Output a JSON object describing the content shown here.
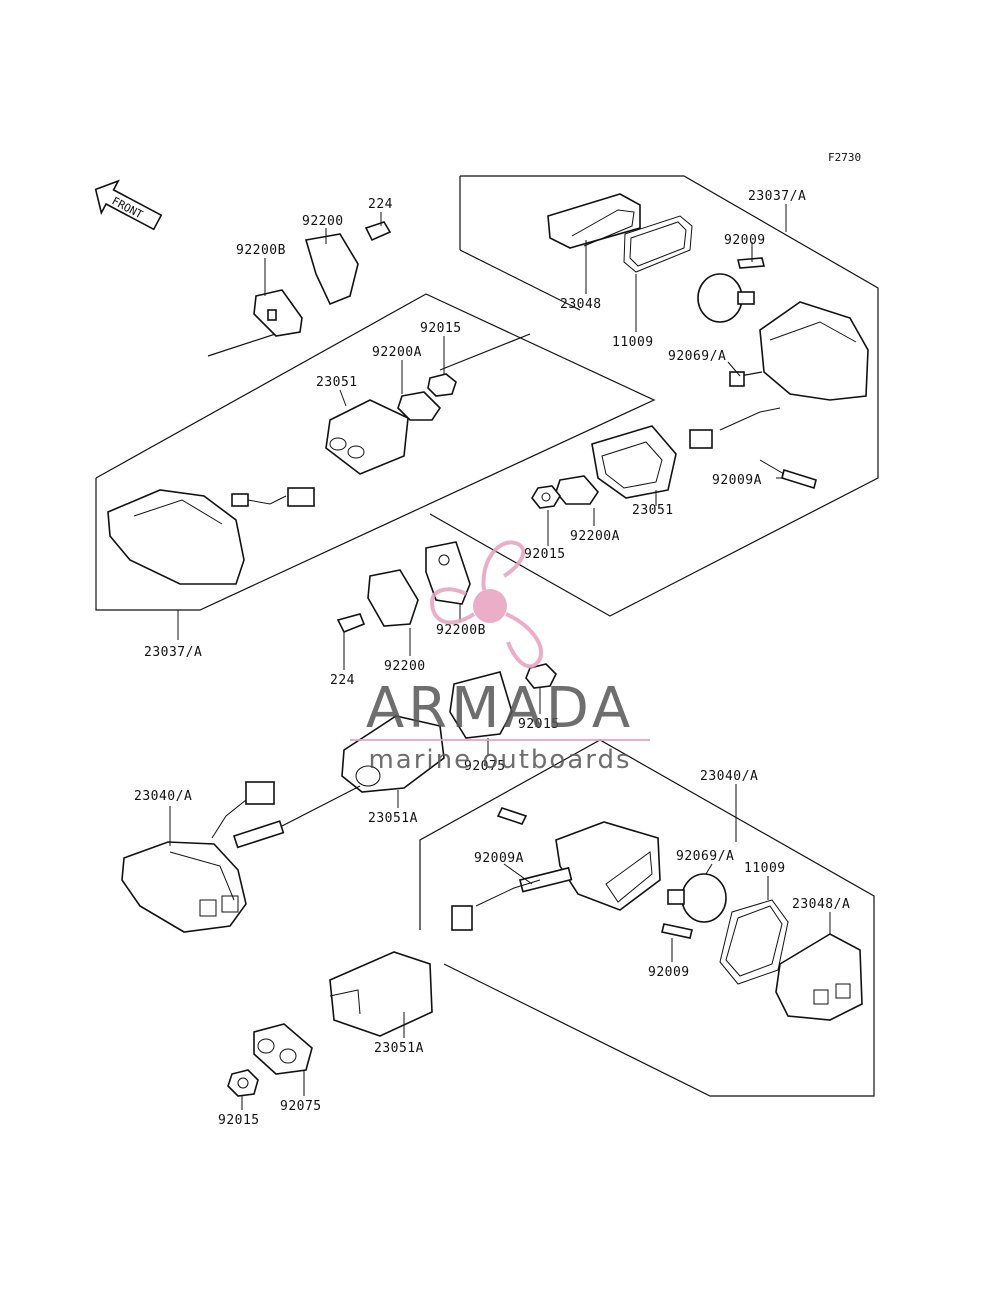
{
  "diagram": {
    "ref_code": "F2730",
    "front_label": "FRONT",
    "callouts": [
      {
        "id": "c1",
        "text": "224"
      },
      {
        "id": "c2",
        "text": "92200"
      },
      {
        "id": "c3",
        "text": "92200B"
      },
      {
        "id": "c4",
        "text": "92015"
      },
      {
        "id": "c5",
        "text": "92200A"
      },
      {
        "id": "c6",
        "text": "23051"
      },
      {
        "id": "c7",
        "text": "23037/A"
      },
      {
        "id": "c8",
        "text": "23048"
      },
      {
        "id": "c9",
        "text": "11009"
      },
      {
        "id": "c10",
        "text": "92009"
      },
      {
        "id": "c11",
        "text": "92069/A"
      },
      {
        "id": "c12",
        "text": "92009A"
      },
      {
        "id": "c13",
        "text": "23051"
      },
      {
        "id": "c14",
        "text": "92200A"
      },
      {
        "id": "c15",
        "text": "92015"
      },
      {
        "id": "c16",
        "text": "92200B"
      },
      {
        "id": "c17",
        "text": "92200"
      },
      {
        "id": "c18",
        "text": "224"
      },
      {
        "id": "c19",
        "text": "23037/A"
      },
      {
        "id": "c20",
        "text": "92015"
      },
      {
        "id": "c21",
        "text": "92075"
      },
      {
        "id": "c22",
        "text": "23051A"
      },
      {
        "id": "c23",
        "text": "23040/A"
      },
      {
        "id": "c24",
        "text": "23040/A"
      },
      {
        "id": "c25",
        "text": "92009A"
      },
      {
        "id": "c26",
        "text": "92069/A"
      },
      {
        "id": "c27",
        "text": "11009"
      },
      {
        "id": "c28",
        "text": "23048/A"
      },
      {
        "id": "c29",
        "text": "92009"
      },
      {
        "id": "c30",
        "text": "23051A"
      },
      {
        "id": "c31",
        "text": "92075"
      },
      {
        "id": "c32",
        "text": "92015"
      }
    ]
  },
  "watermark": {
    "brand": "ARMADA",
    "tagline": "marine outboards",
    "logo_color": "#e8a0c0",
    "text_color": "#555555"
  }
}
